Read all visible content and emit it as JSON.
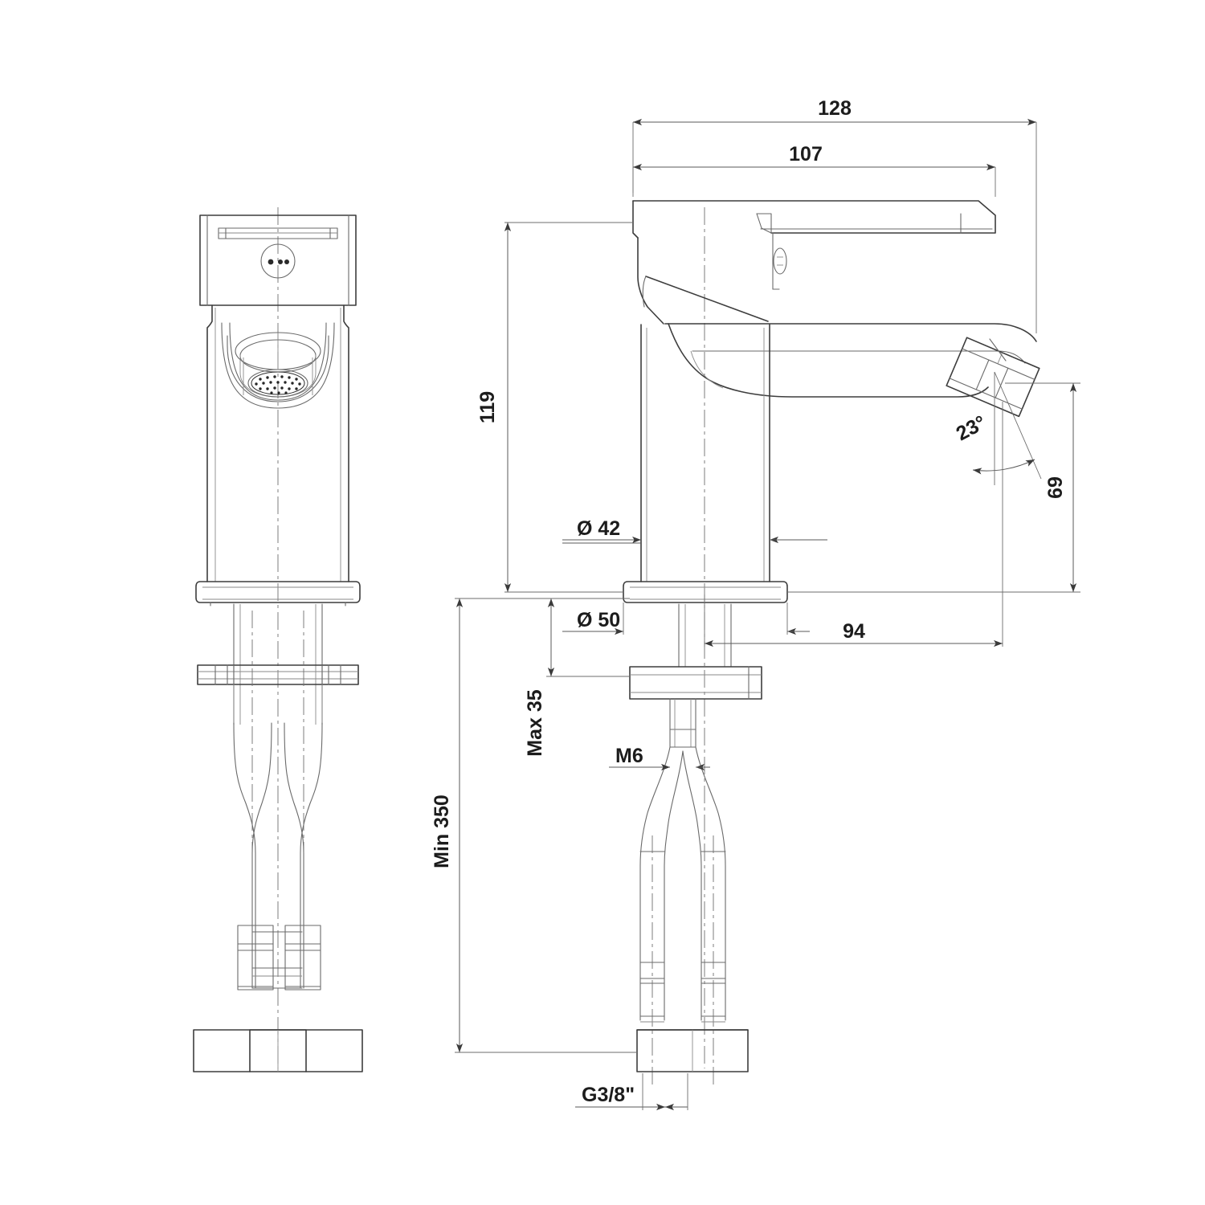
{
  "drawing": {
    "type": "technical-dimension-drawing",
    "subject": "single-lever basin mixer tap",
    "units": "mm",
    "background_color": "#ffffff",
    "line_color": "#3d3d3d",
    "text_color": "#1c1c1c",
    "views": [
      {
        "name": "front-view",
        "label": ""
      },
      {
        "name": "side-view",
        "label": ""
      }
    ]
  },
  "dimensions": {
    "overall_width": "128",
    "handle_width": "107",
    "body_height": "119",
    "spout_height": "69",
    "spout_reach": "94",
    "body_diameter": "Ø 42",
    "base_diameter": "Ø 50",
    "aerator_angle": "23°",
    "max_thickness": "Max 35",
    "stud_thread": "M6",
    "hose_thread": "G3/8\"",
    "hose_length": "Min 350"
  },
  "annotations": [
    {
      "id": "d128",
      "text": "128",
      "kind": "linear",
      "orientation": "horizontal"
    },
    {
      "id": "d107",
      "text": "107",
      "kind": "linear",
      "orientation": "horizontal"
    },
    {
      "id": "d119",
      "text": "119",
      "kind": "linear",
      "orientation": "vertical"
    },
    {
      "id": "d69",
      "text": "69",
      "kind": "linear",
      "orientation": "vertical"
    },
    {
      "id": "d94",
      "text": "94",
      "kind": "linear",
      "orientation": "horizontal"
    },
    {
      "id": "d42",
      "text": "Ø 42",
      "kind": "diameter",
      "orientation": "horizontal"
    },
    {
      "id": "d50",
      "text": "Ø 50",
      "kind": "diameter",
      "orientation": "horizontal"
    },
    {
      "id": "a23",
      "text": "23°",
      "kind": "angular",
      "orientation": "arc"
    },
    {
      "id": "dmax35",
      "text": "Max 35",
      "kind": "linear",
      "orientation": "vertical"
    },
    {
      "id": "dm6",
      "text": "M6",
      "kind": "note",
      "orientation": "horizontal"
    },
    {
      "id": "dg38",
      "text": "G3/8\"",
      "kind": "note",
      "orientation": "horizontal"
    },
    {
      "id": "dmin350",
      "text": "Min 350",
      "kind": "linear",
      "orientation": "vertical"
    }
  ]
}
